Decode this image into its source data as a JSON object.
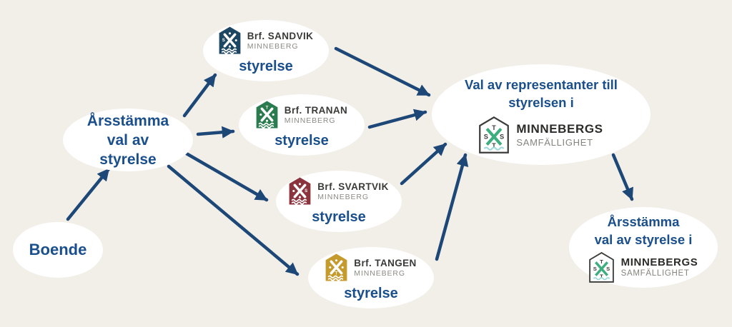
{
  "colors": {
    "background": "#f2eee8",
    "ellipse": "#ffffff",
    "arrow": "#1c4777",
    "text_blue": "#1a4f8c",
    "brand_name": "#3a3a38",
    "brand_region": "#8c8a82",
    "samf_outline": "#3c3c3a",
    "samf_green": "#3eae7e",
    "samf_wave": "#9ed9d9"
  },
  "nodes": {
    "boende": {
      "label": "Boende"
    },
    "arsstamma": {
      "line1": "Årsstämma",
      "line2": "val av",
      "line3": "styrelse"
    },
    "sandvik": {
      "letter": "S",
      "brand": "Brf. SANDVIK",
      "region": "MINNEBERG",
      "label": "styrelse",
      "color": "#1d4663"
    },
    "tranan": {
      "letter": "T",
      "brand": "Brf. TRANAN",
      "region": "MINNEBERG",
      "label": "styrelse",
      "color": "#2a7c4f"
    },
    "svartvik": {
      "letter": "S",
      "brand": "Brf. SVARTVIK",
      "region": "MINNEBERG",
      "label": "styrelse",
      "color": "#8c343e"
    },
    "tangen": {
      "letter": "T",
      "brand": "Brf. TANGEN",
      "region": "MINNEBERG",
      "label": "styrelse",
      "color": "#c69b2e"
    },
    "val_representanter": {
      "line1": "Val av representanter till",
      "line2": "styrelsen i"
    },
    "arsstamma_samfallighet": {
      "line1": "Årsstämma",
      "line2": "val av styrelse i"
    }
  },
  "samf_logo": {
    "title": "MINNEBERGS",
    "subtitle": "SAMFÄLLIGHET",
    "letters": {
      "top": "T",
      "left": "S",
      "right": "S",
      "bottom": "T"
    }
  },
  "edges": [
    {
      "from": "boende",
      "to": "arsstamma"
    },
    {
      "from": "arsstamma",
      "to": "sandvik"
    },
    {
      "from": "arsstamma",
      "to": "tranan"
    },
    {
      "from": "arsstamma",
      "to": "svartvik"
    },
    {
      "from": "arsstamma",
      "to": "tangen"
    },
    {
      "from": "sandvik",
      "to": "val_representanter"
    },
    {
      "from": "tranan",
      "to": "val_representanter"
    },
    {
      "from": "svartvik",
      "to": "val_representanter"
    },
    {
      "from": "tangen",
      "to": "val_representanter"
    },
    {
      "from": "val_representanter",
      "to": "arsstamma_samfallighet"
    }
  ]
}
